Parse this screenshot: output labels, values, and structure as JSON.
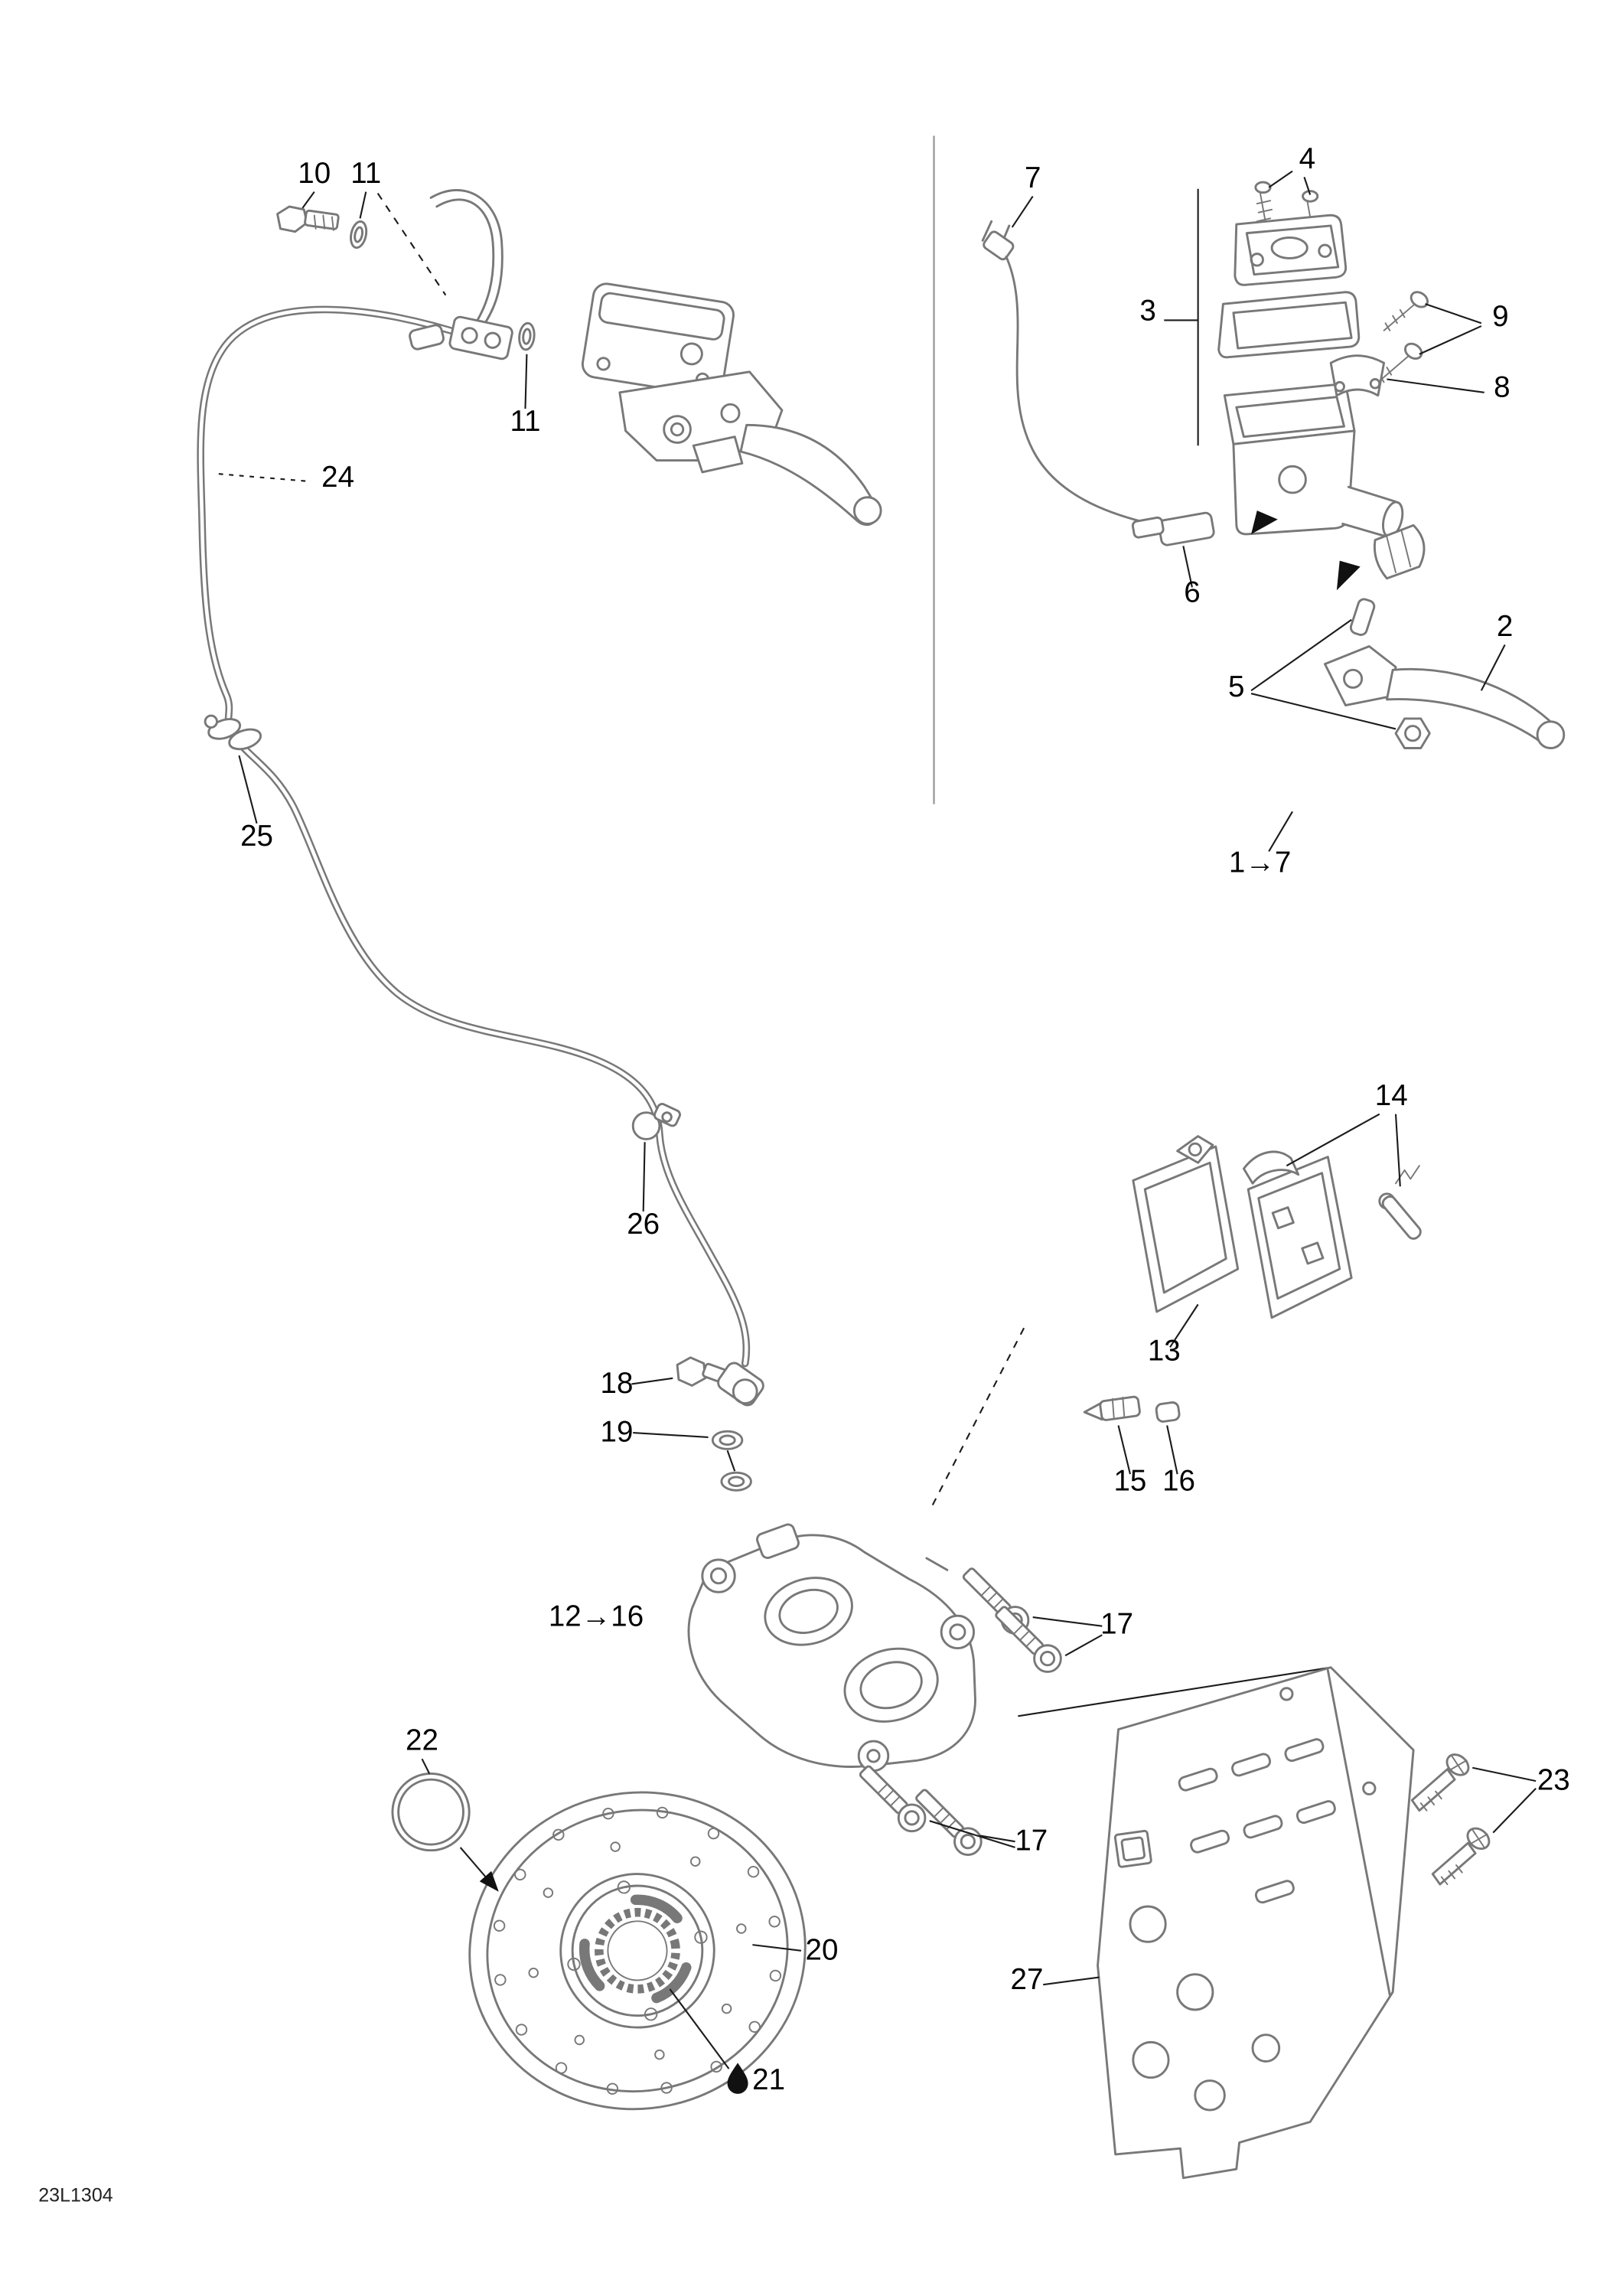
{
  "figure": {
    "part_code": "23L1304"
  },
  "colors": {
    "line": "#787878",
    "text": "#000000",
    "background": "#ffffff"
  },
  "icons": {
    "lubrication_point": "droplet-icon",
    "direction_arrow": "filled-arrow-icon"
  },
  "callouts": {
    "c10": "10",
    "c11a": "11",
    "c11b": "11",
    "c24": "24",
    "c25": "25",
    "c26": "26",
    "c18": "18",
    "c19": "19",
    "c12_16": "12→16",
    "c22": "22",
    "c20": "20",
    "c21": "21",
    "c17a": "17",
    "c17b": "17",
    "c7": "7",
    "c4": "4",
    "c3": "3",
    "c9": "9",
    "c8": "8",
    "c6": "6",
    "c2": "2",
    "c5": "5",
    "c1_7": "1→7",
    "c14": "14",
    "c13": "13",
    "c15": "15",
    "c16": "16",
    "c23": "23",
    "c27": "27"
  }
}
